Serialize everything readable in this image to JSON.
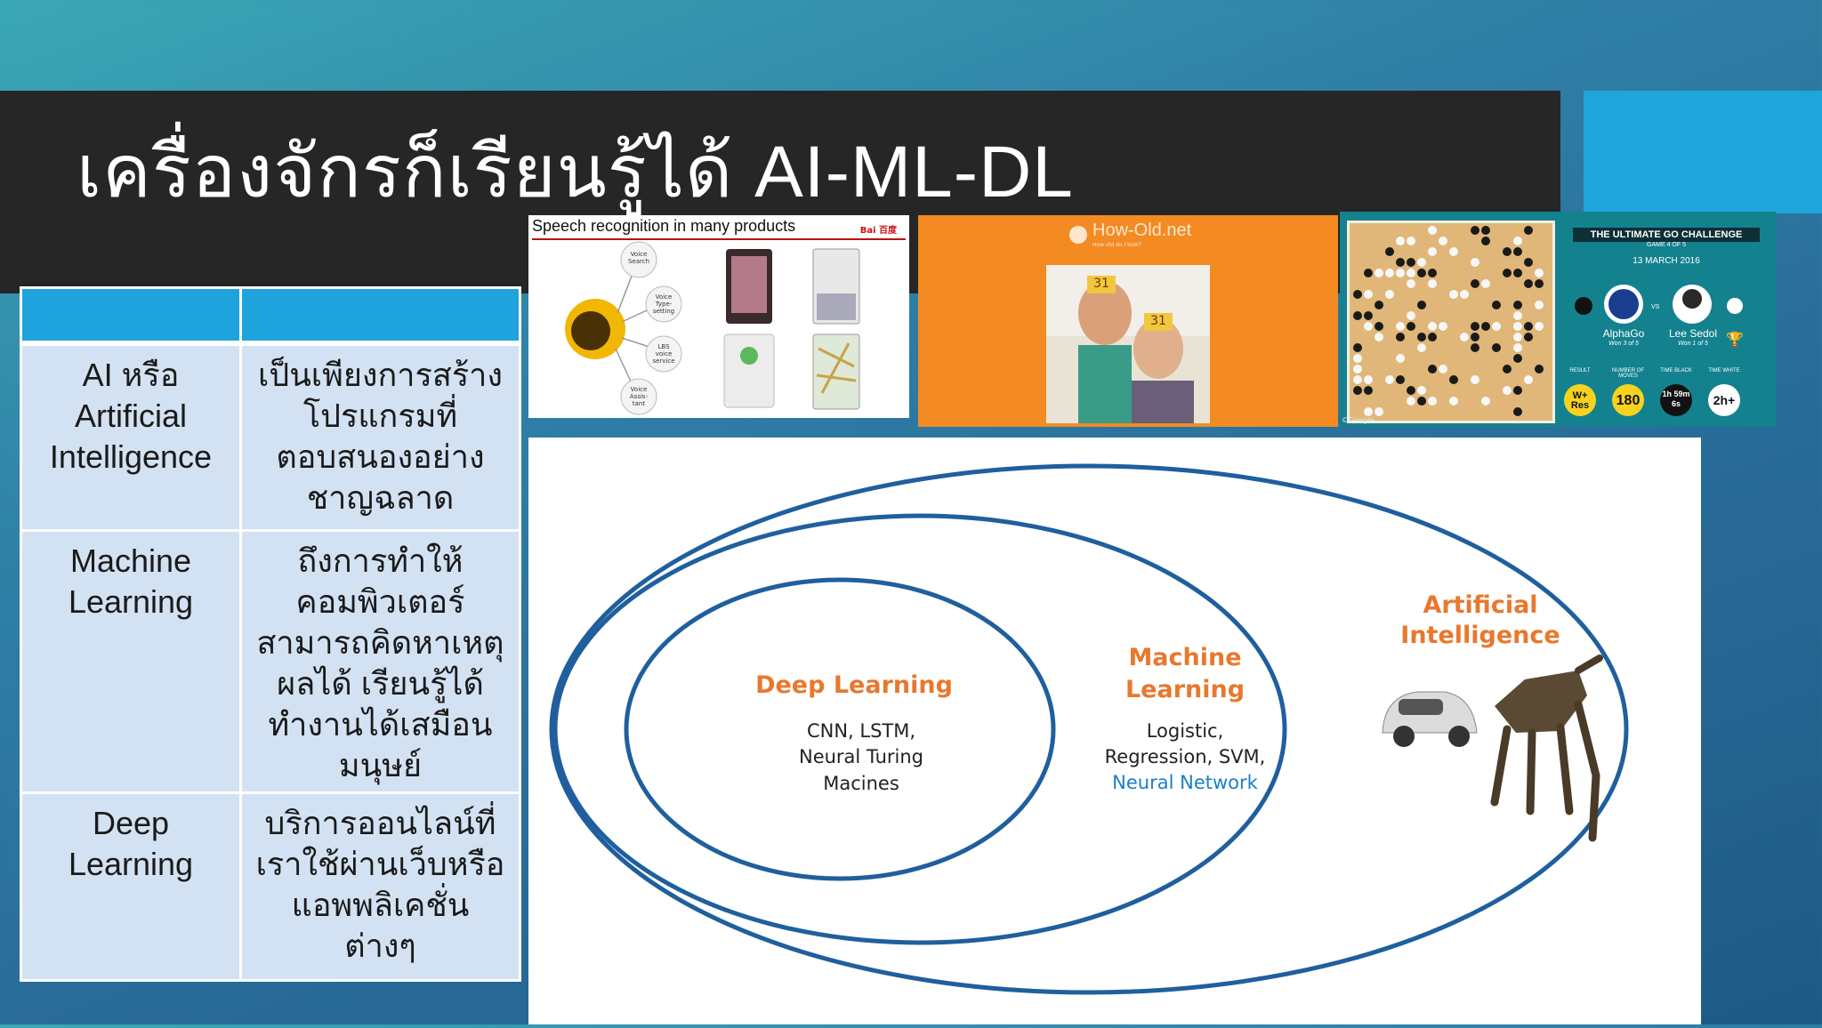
{
  "slide": {
    "title": "เครื่องจักรก็เรียนรู้ได้ AI-ML-DL"
  },
  "table": {
    "header": [
      "",
      ""
    ],
    "rows": [
      {
        "term_lines": [
          "AI หรือ",
          "Artificial",
          "Intelligence"
        ],
        "desc_lines": [
          "เป็นเพียงการสร้าง",
          "โปรแกรมที่",
          "ตอบสนองอย่าง",
          "ชาญฉลาด"
        ]
      },
      {
        "term_lines": [
          "Machine",
          "Learning"
        ],
        "desc_lines": [
          "ถึงการทำให้",
          "คอมพิวเตอร์",
          "สามารถคิดหาเหตุ",
          "ผลได้ เรียนรู้ได้",
          "ทำงานได้เสมือน",
          "มนุษย์"
        ]
      },
      {
        "term_lines": [
          "Deep",
          "Learning"
        ],
        "desc_lines": [
          "บริการออนไลน์ที่",
          "เราใช้ผ่านเว็บหรือ",
          "แอพพลิเคชั่น",
          "ต่างๆ"
        ]
      }
    ]
  },
  "speech_image": {
    "title": "Speech recognition in many products",
    "logo": "Bai 百度",
    "bubbles": [
      "Voice Search",
      "Voice Type-setting",
      "LBS voice service",
      "Voice Assis-tant"
    ]
  },
  "howold_image": {
    "brand": "How-Old.net",
    "tagline": "How old do I look?",
    "age_badges": [
      "31",
      "31"
    ]
  },
  "go_image": {
    "credit": "©Google",
    "header": "THE ULTIMATE GO CHALLENGE",
    "game": "GAME 4 OF 5",
    "date": "13 MARCH 2016",
    "vs": "VS",
    "player1": "AlphaGo",
    "player1_score": "Won 3 of 5",
    "player2": "Lee Sedol",
    "player2_score": "Won 1 of 5",
    "stat_labels": [
      "RESULT",
      "NUMBER OF MOVES",
      "TIME BLACK",
      "TIME WHITE"
    ],
    "stat_values": [
      "W+ Res",
      "180",
      "1h 59m 6s",
      "2h+"
    ]
  },
  "diagram": {
    "outer_label_lines": [
      "Artificial",
      "Intelligence"
    ],
    "middle_label_lines": [
      "Machine",
      "Learning"
    ],
    "middle_sub_lines": [
      "Logistic,",
      "Regression, SVM,"
    ],
    "middle_sub_highlight": "Neural Network",
    "inner_label": "Deep Learning",
    "inner_sub_lines": [
      "CNN, LSTM,",
      "Neural Turing",
      "Macines"
    ]
  },
  "colors": {
    "title_bar": "#262626",
    "accent": "#1ea6dc",
    "table_header": "#1fa3dd",
    "table_row": "#d2e2f2",
    "ellipse": "#1f5f9e",
    "diagram_label": "#e8782e",
    "neural_network": "#1a7fc4"
  }
}
